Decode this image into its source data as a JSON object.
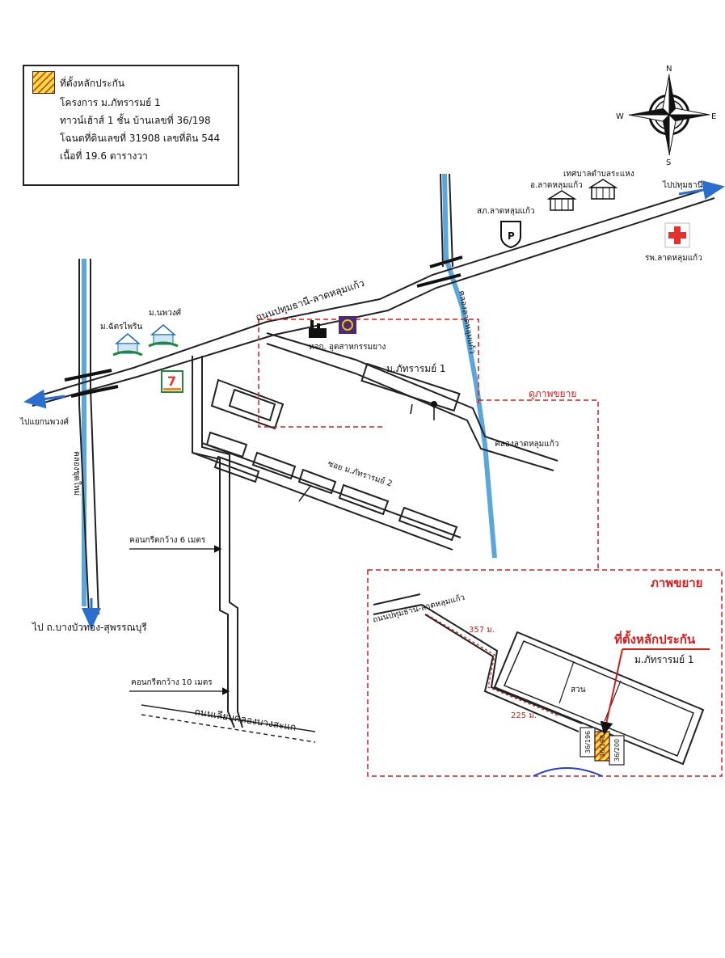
{
  "legend": {
    "title": "ที่ตั้งหลักประกัน",
    "line1": "โครงการ  ม.ภัทรารมย์ 1",
    "line2": "ทาวน์เฮ้าส์ 1 ชั้น บ้านเลขที่ 36/198",
    "line3": "โฉนดที่ดินเลขที่ 31908 เลขที่ดิน 544",
    "line4": "เนื้อที่ 19.6 ตารางวา",
    "swatch_colors": {
      "fill": "#f7e43a",
      "hatch": "#e8392a"
    }
  },
  "compass": {
    "n": "N",
    "s": "S",
    "e": "E",
    "w": "W"
  },
  "labels": {
    "to_pathum": "ไปปทุมธานี",
    "to_nong_phong": "ไปแยกนพวงศ์",
    "to_bang_bua_thong": "ไป ถ.บางบัวทอง-สุพรรณบุรี",
    "road_pathum_lat_lum_kaeo": "ถนนปทุมธานี-ลาดหลุมแก้ว",
    "police": "สภ.ลาดหลุมแก้ว",
    "district_office": "อ.ลาดหลุมแก้ว",
    "municipality": "เทศบาลตำบลระแหง",
    "hospital": "รพ.ลาดหลุมแก้ว",
    "village_chatphirin": "ม.ฉัตรไพริน",
    "village_nophawong": "ม.นพวงศ์",
    "factory": "หจก. อุตสาหกรรมยาง",
    "project": "ม.ภัทรารมย์ 1",
    "canal_lat_lum_kaeo_vertical": "คลองลาดหลุมแก้ว",
    "canal_lat_lum_kaeo": "คลองลาดหลุมแก้ว",
    "soi_phattharom_2": "ซอย ม.ภัทรารมย์ 2",
    "canal_chut_mai": "คลองขุดใหม่",
    "concrete_6m": "คอนกรีตกว้าง 6 เมตร",
    "concrete_10m": "คอนกรีตกว้าง 10 เมตร",
    "road_along_canal": "ถนนเลียบคลองบางสะแก",
    "see_enlarged": "ดูภาพขยาย"
  },
  "inset": {
    "title": "ภาพขยาย",
    "road": "ถนนปทุมธานี-ลาดหลุมแก้ว",
    "dist_357": "357 ม.",
    "dist_225": "225 ม.",
    "collateral": "ที่ตั้งหลักประกัน",
    "project": "ม.ภัทรารมย์ 1",
    "garden": "สวน",
    "house_196": "36/196",
    "house_198": "36/198",
    "house_200": "36/200"
  },
  "colors": {
    "water": "#5aa7dd",
    "accent_red": "#d91c1c",
    "road_line": "#222222",
    "hospital_red": "#e53030",
    "seven_eleven_green": "#1c8a3a",
    "seven_eleven_orange": "#f08a1c",
    "bank_purple": "#4a2a7a"
  },
  "icons": [
    "compass-icon",
    "police-shield-icon",
    "government-building-icon",
    "hospital-cross-icon",
    "village-house-icon",
    "factory-icon",
    "bank-logo-icon",
    "seven-eleven-logo-icon"
  ]
}
